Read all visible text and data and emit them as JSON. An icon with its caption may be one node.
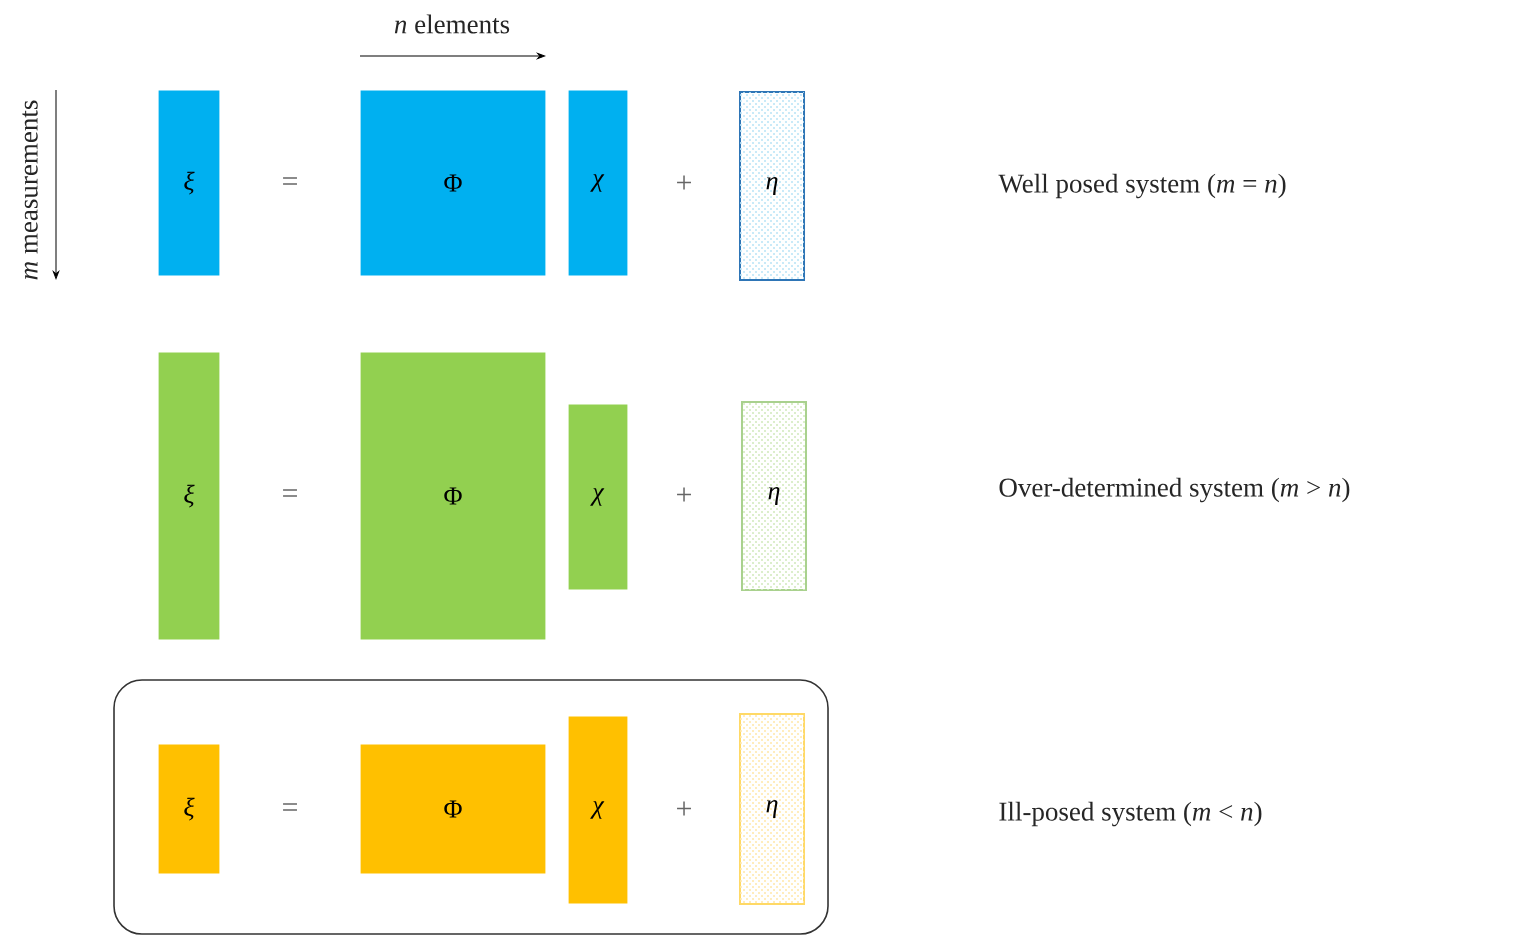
{
  "diagram": {
    "nodes": [
      {
        "text": [
          "ξ"
        ]
      },
      {
        "text": [
          "Φ"
        ]
      },
      {
        "text": [
          "χ"
        ]
      },
      {
        "text": [
          "η"
        ]
      },
      {
        "text": [
          "ξ"
        ]
      },
      {
        "text": [
          "Φ"
        ]
      },
      {
        "text": [
          "χ"
        ]
      },
      {
        "text": [
          "η"
        ]
      },
      {
        "text": [],
        "shape": "box"
      },
      {
        "text": [
          "ξ"
        ],
        "in": 8
      },
      {
        "text": [
          "Φ"
        ],
        "in": 8
      },
      {
        "text": [
          "χ"
        ],
        "in": 8
      },
      {
        "text": [
          "η"
        ],
        "in": 8
      }
    ],
    "edges": [],
    "labels": [
      "*n* elements",
      "*m* measurements",
      "=",
      "+",
      "Well posed system (*m*  =  *n*)",
      "=",
      "+",
      "Over-determined system (*m* >  *n*)",
      "=",
      "+",
      "Ill-posed system (*m* <  *n*)"
    ]
  }
}
